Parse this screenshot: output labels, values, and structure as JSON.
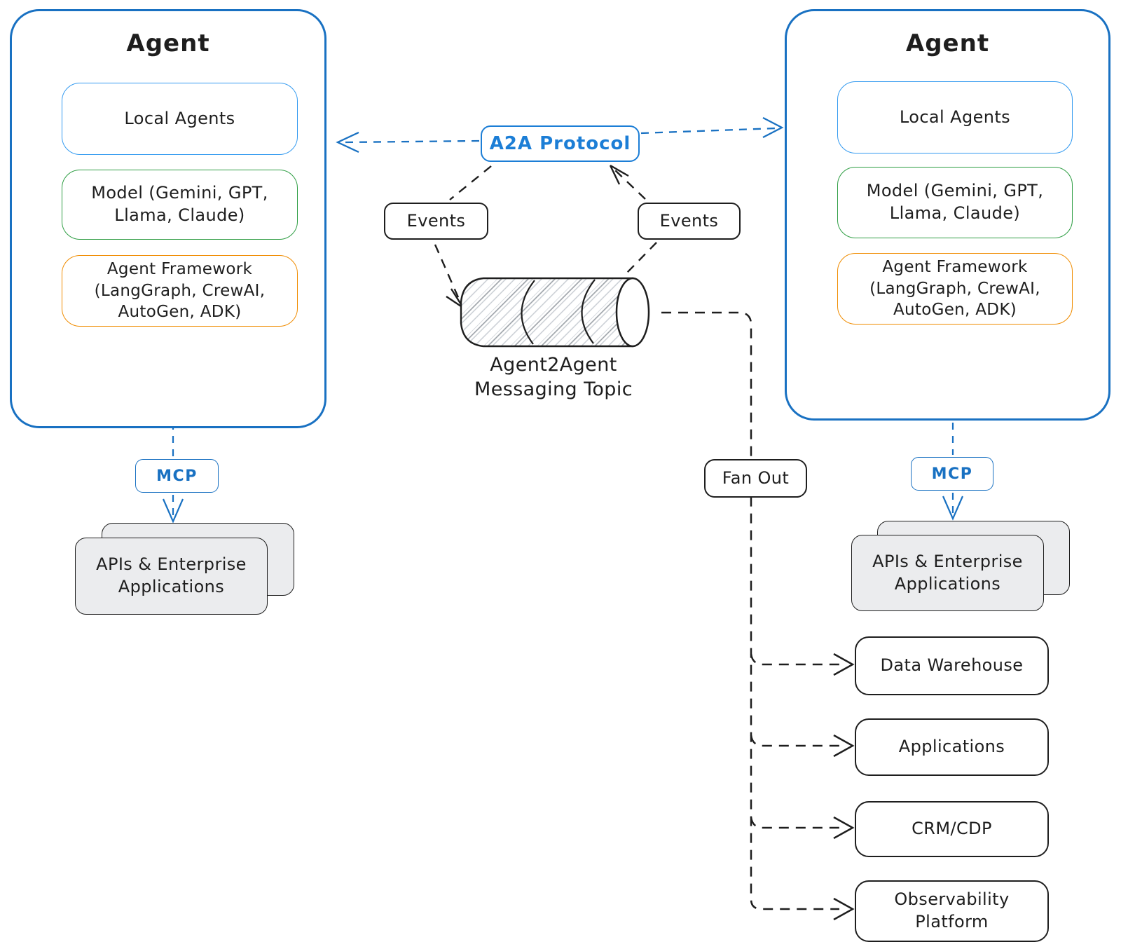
{
  "agents": [
    {
      "title": "Agent",
      "local_agents": "Local Agents",
      "model_lines": [
        "Model (Gemini, GPT,",
        "Llama, Claude)"
      ],
      "framework_lines": [
        "Agent Framework",
        "(LangGraph, CrewAI,",
        "AutoGen, ADK)"
      ],
      "mcp": "MCP",
      "apis_lines": [
        "APIs & Enterprise",
        "Applications"
      ]
    },
    {
      "title": "Agent",
      "local_agents": "Local Agents",
      "model_lines": [
        "Model (Gemini, GPT,",
        "Llama, Claude)"
      ],
      "framework_lines": [
        "Agent Framework",
        "(LangGraph, CrewAI,",
        "AutoGen, ADK)"
      ],
      "mcp": "MCP",
      "apis_lines": [
        "APIs & Enterprise",
        "Applications"
      ]
    }
  ],
  "protocol": {
    "label": "A2A Protocol"
  },
  "events_label": "Events",
  "topic": {
    "caption_lines": [
      "Agent2Agent",
      "Messaging Topic"
    ]
  },
  "fan_out": {
    "label": "Fan Out"
  },
  "targets": [
    {
      "label_lines": [
        "Data Warehouse",
        ""
      ]
    },
    {
      "label_lines": [
        "Applications",
        ""
      ]
    },
    {
      "label_lines": [
        "CRM/CDP",
        ""
      ]
    },
    {
      "label_lines": [
        "Observability",
        "Platform"
      ]
    }
  ],
  "colors": {
    "agent_border_blue": "#1971c2",
    "protocol_blue": "#1c7ed6",
    "local_agents_blue": "#339af0",
    "model_green": "#2f9e44",
    "framework_orange": "#f08c00",
    "ink": "#1e1e1e",
    "apis_fill_gray": "#ebecee"
  }
}
